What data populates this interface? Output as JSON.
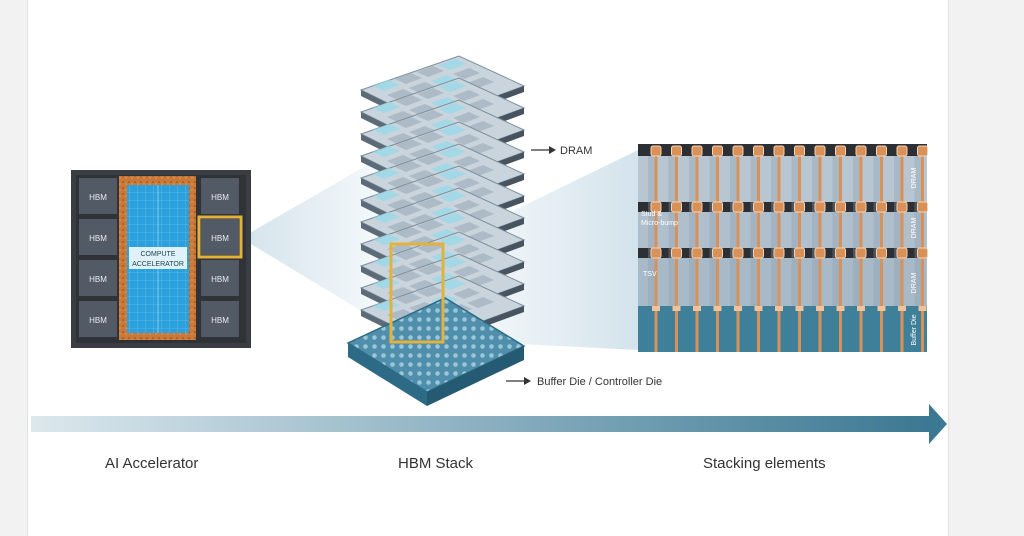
{
  "accelerator": {
    "hbm_label": "HBM",
    "hbm_count_per_side": 4,
    "compute_line1": "COMPUTE",
    "compute_line2": "ACCELERATOR"
  },
  "stack": {
    "dram_label": "DRAM",
    "buffer_label": "Buffer Die / Controller Die",
    "layer_count": 11
  },
  "detail": {
    "layer_labels": [
      "DRAM",
      "DRAM",
      "DRAM",
      "Buffer Die"
    ],
    "stud_label": "Stud & Micro-bump",
    "tsv_label": "TSV"
  },
  "captions": {
    "left": "AI Accelerator",
    "middle": "HBM Stack",
    "right": "Stacking elements"
  },
  "colors": {
    "hbm_block": "#525a66",
    "interposer": "#c97a3a",
    "compute": "#2aa0dc",
    "highlight": "#e3b23c",
    "layer_top": "#9fb3c3",
    "buffer_die": "#3e7f99",
    "copper": "#d9915a",
    "arrow": "#3b7893"
  }
}
